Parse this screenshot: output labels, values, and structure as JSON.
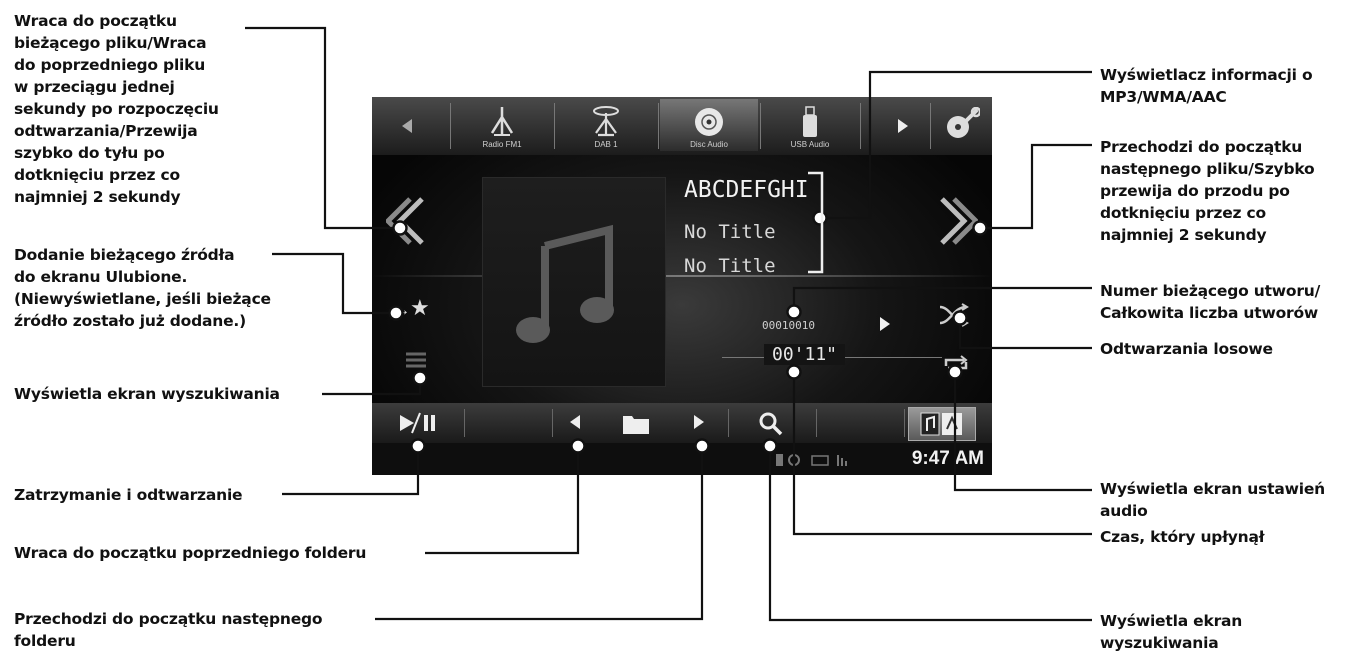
{
  "annotations": {
    "prev_file": "Wraca do początku\nbieżącego pliku/Wraca\ndo poprzedniego pliku\nw przeciągu jednej\nsekundy po rozpoczęciu\nodtwarzania/Przewija\nszybko do tyłu po\ndotknięciu przez co\nnajmniej 2 sekundy",
    "favorite": "Dodanie bieżącego źródła\ndo ekranu Ulubione.\n(Niewyświetlane, jeśli bieżące\nźródło zostało już dodane.)",
    "search_left": "Wyświetla ekran wyszukiwania",
    "play_pause": "Zatrzymanie i odtwarzanie",
    "prev_folder": "Wraca do początku poprzedniego folderu",
    "next_folder": "Przechodzi do początku następnego\nfolderu",
    "info_display": "Wyświetlacz informacji o\nMP3/WMA/AAC",
    "next_file": "Przechodzi do początku\nnastępnego pliku/Szybko\nprzewija do przodu po\ndotknięciu przez co\nnajmniej 2 sekundy",
    "track_number": "Numer bieżącego utworu/\nCałkowita liczba utworów",
    "shuffle": "Odtwarzania losowe",
    "audio_settings": "Wyświetla ekran ustawień\naudio",
    "elapsed_time": "Czas, który upłynął",
    "search_right": "Wyświetla ekran\nwyszukiwania"
  },
  "screen": {
    "sources": [
      {
        "label": "Radio FM1",
        "icon": "antenna-icon"
      },
      {
        "label": "DAB 1",
        "icon": "dab-antenna-icon"
      },
      {
        "label": "Disc Audio",
        "icon": "disc-icon"
      },
      {
        "label": "USB Audio",
        "icon": "usb-icon"
      }
    ],
    "artist": "ABCDEFGHI",
    "title": "No Title",
    "album": "No Title",
    "track_counter": "00010010",
    "elapsed": "00'11\"",
    "clock": "9:47 AM"
  },
  "colors": {
    "screen_background": "#0b0b0b",
    "text": "#e8e8e8",
    "callout_line": "#111111"
  }
}
